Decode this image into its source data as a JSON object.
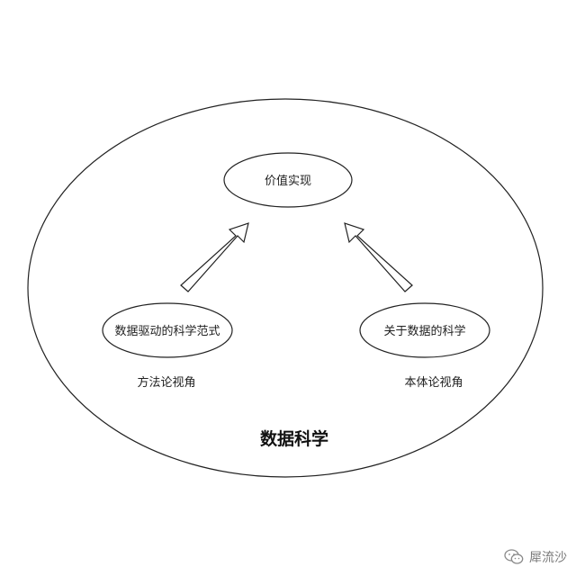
{
  "diagram": {
    "title": "数据科学",
    "nodes": {
      "value": "价值实现",
      "left": "数据驱动的科学范式",
      "right": "关于数据的科学"
    },
    "captions": {
      "left": "方法论视角",
      "right": "本体论视角"
    },
    "colors": {
      "stroke": "#222222",
      "background": "#ffffff"
    }
  },
  "watermark": {
    "text": "犀流沙",
    "icon": "wechat-icon"
  }
}
